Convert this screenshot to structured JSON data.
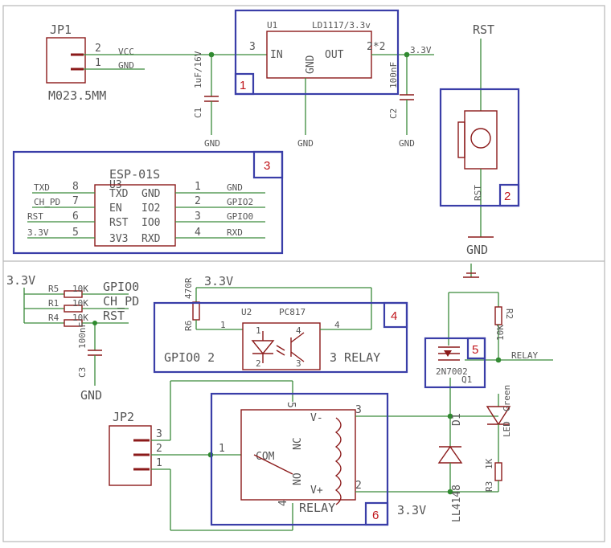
{
  "labels": {
    "jp1": "JP1",
    "jp1_pin2": "2",
    "jp1_pin1": "1",
    "vcc": "VCC",
    "gnd": "GND",
    "m023": "M023.5MM",
    "c1": "C1",
    "c1_val": "1uF/16V",
    "u1": "U1",
    "ld1117": "LD1117/3.3v",
    "u1_in": "IN",
    "u1_out": "OUT",
    "u1_gnd": "GND",
    "u1_pin3": "3",
    "u1_pin2": "2*2",
    "v33": "3.3V",
    "c2": "C2",
    "c2_val": "100nF",
    "rst": "RST",
    "esp": "ESP-01S",
    "u3": "U3",
    "txd": "TXD",
    "ch_pd": "CH_PD",
    "v33_short": "3.3V",
    "gpio2": "GPIO2",
    "gpio0": "GPIO0",
    "rxd": "RXD",
    "u3_txd": "TXD",
    "u3_en": "EN",
    "u3_rst": "RST",
    "u3_3v3": "3V3",
    "u3_gnd": "GND",
    "u3_io2": "IO2",
    "u3_io0": "IO0",
    "u3_rxd": "RXD",
    "p8": "8",
    "p7": "7",
    "p6": "6",
    "p5": "5",
    "p1": "1",
    "p2": "2",
    "p3": "3",
    "p4": "4",
    "r5": "R5",
    "r1": "R1",
    "r4": "R4",
    "r10k": "10K",
    "r6": "R6",
    "r6_val": "470R",
    "c3": "C3",
    "c3_val": "100nF",
    "u2": "U2",
    "pc817": "PC817",
    "gpio0_2": "GPIO0 2",
    "relay_3": "3 RELAY",
    "relay": "RELAY",
    "r2": "R2",
    "r2_val": "10K",
    "q1": "Q1",
    "q1_part": "2N7002",
    "jp2": "JP2",
    "com": "COM",
    "nc": "NC",
    "no": "NO",
    "vminus": "V-",
    "vplus": "V+",
    "d1": "D1",
    "d1_part": "LL4148",
    "led": "LED",
    "led_color": "Green",
    "r3": "R3",
    "r3_val": "1K",
    "num1": "1",
    "num2": "2",
    "num3": "3",
    "num4": "4",
    "num5": "5",
    "num6": "6"
  }
}
